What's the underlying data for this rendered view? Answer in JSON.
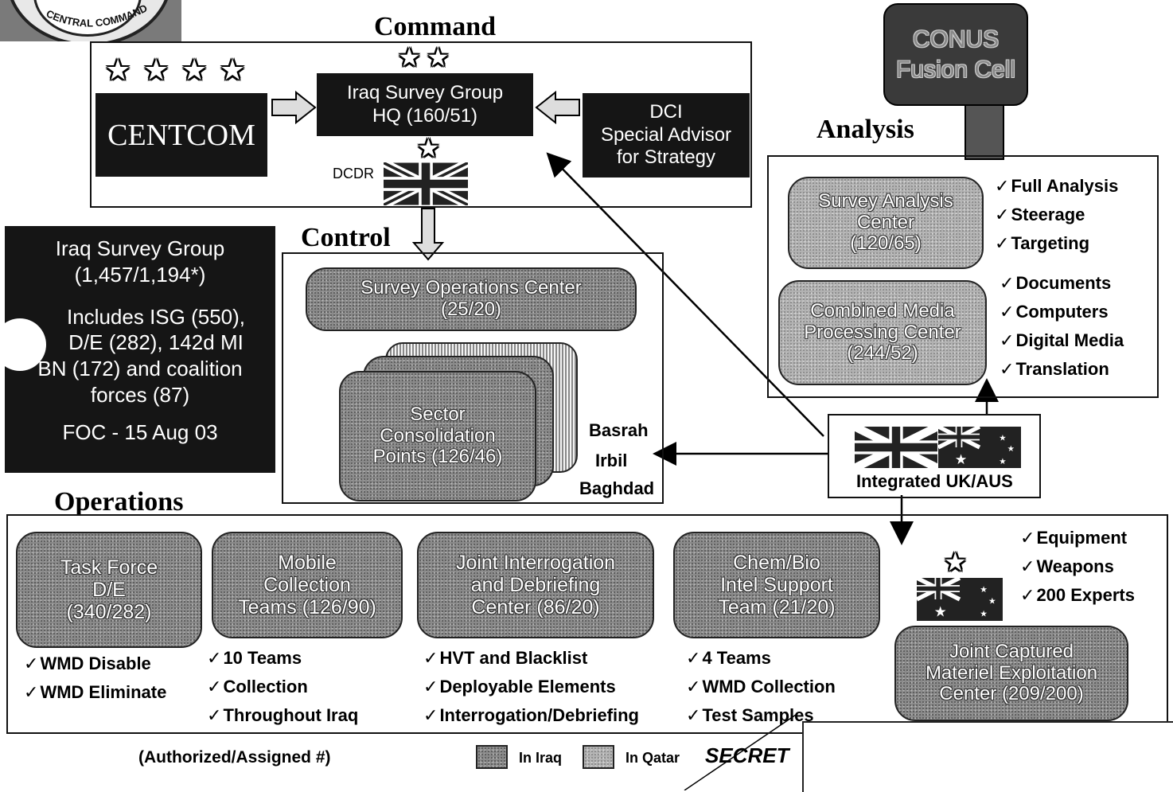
{
  "seal": {
    "text": "CENTRAL COMMAND"
  },
  "command": {
    "title": "Command",
    "centcom": "CENTCOM",
    "isg_hq": [
      "Iraq Survey Group",
      "HQ  (160/51)"
    ],
    "dci": [
      "DCI",
      "Special Advisor",
      "for Strategy"
    ],
    "dcdr": "DCDR"
  },
  "conus": [
    "CONUS",
    "Fusion Cell"
  ],
  "analysis": {
    "title": "Analysis",
    "survey_center": [
      "Survey Analysis",
      "Center",
      "(120/65)"
    ],
    "survey_checks": [
      "Full Analysis",
      "Steerage",
      "Targeting"
    ],
    "media_center": [
      "Combined Media",
      "Processing Center",
      "(244/52)"
    ],
    "media_checks": [
      "Documents",
      "Computers",
      "Digital Media",
      "Translation"
    ]
  },
  "isg_summary": {
    "name": "Iraq Survey Group",
    "totals": "(1,457/1,194*)",
    "note_lines": [
      "Includes ISG (550),",
      "D/E (282), 142d MI",
      "BN (172) and coalition",
      "forces (87)"
    ],
    "foc": "FOC - 15 Aug 03"
  },
  "control": {
    "title": "Control",
    "soc": [
      "Survey Operations Center",
      "(25/20)"
    ],
    "scp": [
      "Sector",
      "Consolidation",
      "Points  (126/46)"
    ],
    "cities": [
      "Basrah",
      "Irbil",
      "Baghdad"
    ]
  },
  "integrated": "Integrated UK/AUS",
  "operations": {
    "title": "Operations",
    "units": [
      {
        "lines": [
          "Task Force",
          "D/E",
          "(340/282)"
        ],
        "checks": [
          "WMD Disable",
          "WMD Eliminate"
        ]
      },
      {
        "lines": [
          "Mobile",
          "Collection",
          "Teams (126/90)"
        ],
        "checks": [
          "10 Teams",
          "Collection",
          "Throughout Iraq"
        ]
      },
      {
        "lines": [
          "Joint Interrogation",
          "and Debriefing",
          "Center (86/20)"
        ],
        "checks": [
          "HVT and Blacklist",
          "Deployable Elements",
          "Interrogation/Debriefing"
        ]
      },
      {
        "lines": [
          "Chem/Bio",
          "Intel Support",
          "Team (21/20)"
        ],
        "checks": [
          "4 Teams",
          "WMD Collection",
          "Test Samples"
        ]
      }
    ],
    "jcmec": [
      "Joint Captured",
      "Materiel Exploitation",
      "Center (209/200)"
    ],
    "jcmec_checks": [
      "Equipment",
      "Weapons",
      "200 Experts"
    ]
  },
  "footer": {
    "authorized": "(Authorized/Assigned #)",
    "in_iraq": "In Iraq",
    "in_qatar": "In Qatar",
    "classification": "SECRET"
  }
}
